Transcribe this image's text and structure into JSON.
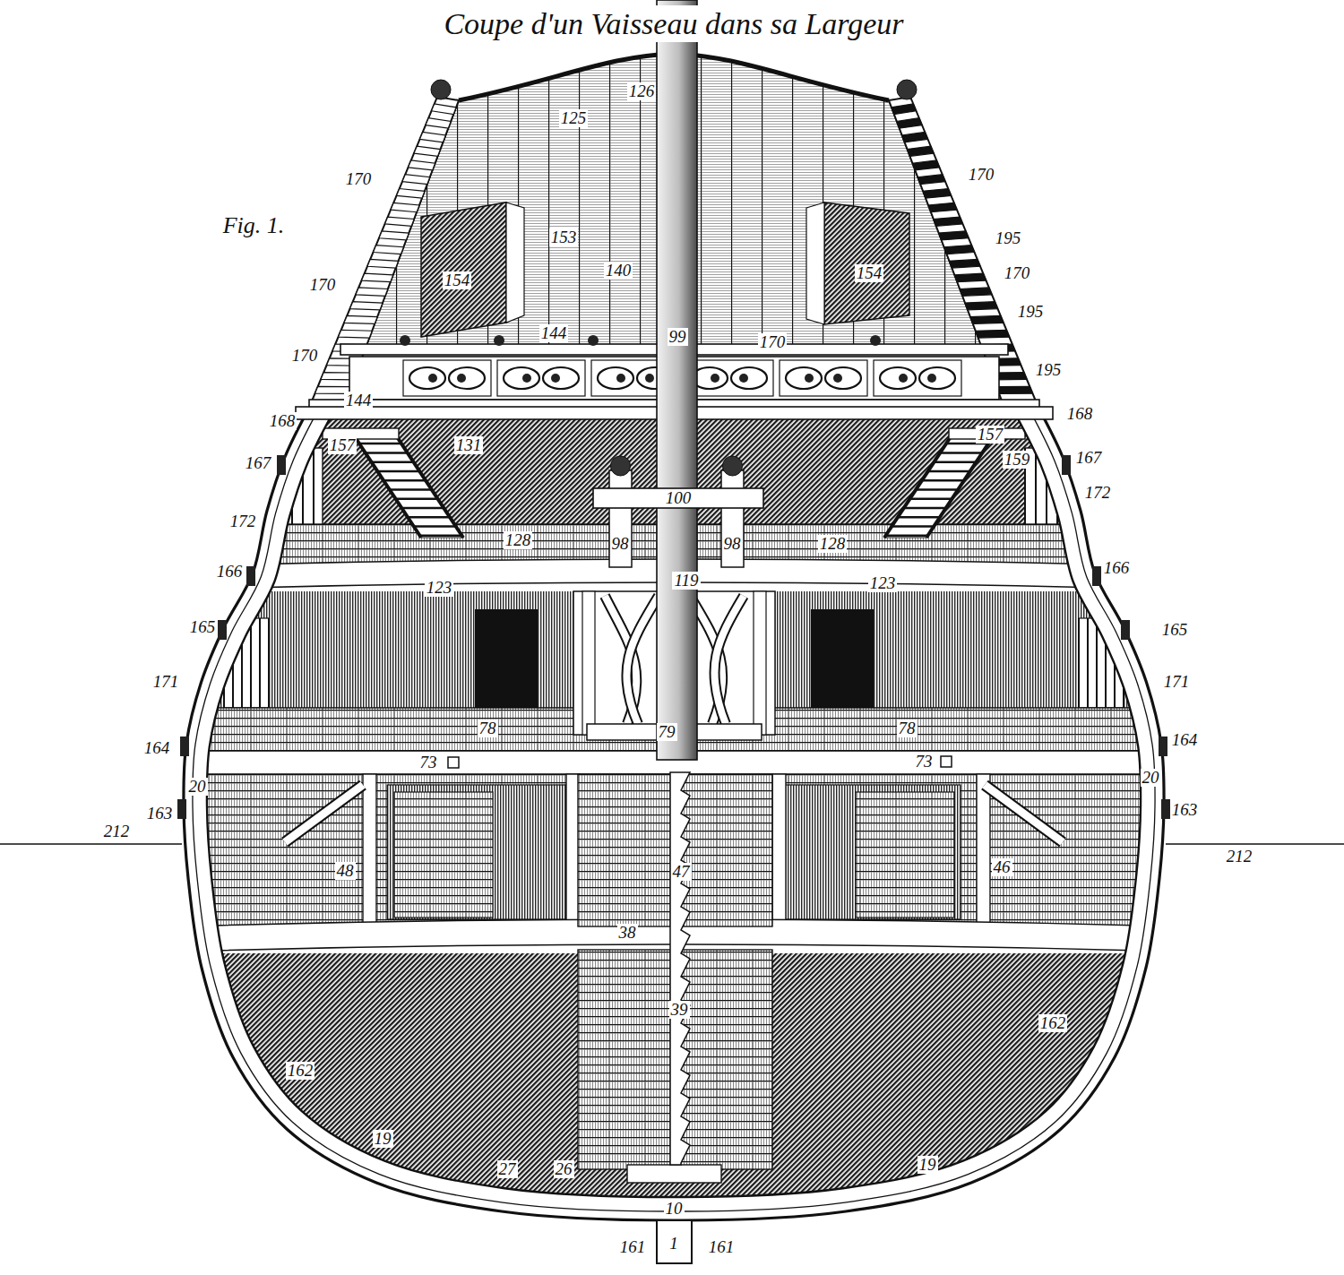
{
  "diagram": {
    "title": "Coupe d'un Vaisseau dans sa Largeur",
    "labels": [
      "Fig. 1.",
      "126",
      "125",
      "170",
      "170",
      "195",
      "153",
      "140",
      "154",
      "154",
      "170",
      "170",
      "195",
      "144",
      "99",
      "170",
      "170",
      "195",
      "144",
      "168",
      "168",
      "157",
      "131",
      "157",
      "159",
      "167",
      "167",
      "100",
      "172",
      "172",
      "128",
      "98",
      "98",
      "128",
      "166",
      "166",
      "123",
      "119",
      "123",
      "165",
      "165",
      "171",
      "171",
      "78",
      "78",
      "164",
      "79",
      "164",
      "73",
      "73",
      "20",
      "20",
      "163",
      "163",
      "212",
      "212",
      "48",
      "47",
      "46",
      "38",
      "39",
      "162",
      "162",
      "19",
      "19",
      "27",
      "26",
      "10",
      "161",
      "1",
      "161"
    ]
  }
}
